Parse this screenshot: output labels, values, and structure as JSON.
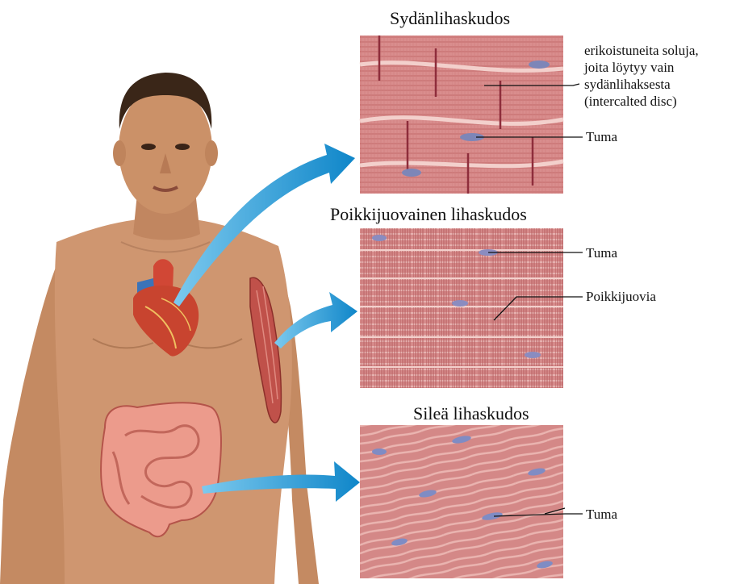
{
  "panels": [
    {
      "title": "Sydänlihaskudos",
      "labels": [
        {
          "lines": [
            "erikoistuneita soluja,",
            "joita löytyy vain",
            "sydänlihaksesta",
            "(intercalted disc)"
          ]
        },
        {
          "lines": [
            "Tuma"
          ]
        }
      ]
    },
    {
      "title": "Poikkijuovainen lihaskudos",
      "labels": [
        {
          "lines": [
            "Tuma"
          ]
        },
        {
          "lines": [
            "Poikkijuovia"
          ]
        }
      ]
    },
    {
      "title": "Sileä lihaskudos",
      "labels": [
        {
          "lines": [
            "Tuma"
          ]
        }
      ]
    }
  ],
  "colors": {
    "skin": "#c8916b",
    "muscle": "#d88b8b",
    "arrow": "#1f9ad8",
    "heart": "#c8442f",
    "intestine": "#ec9b8c"
  }
}
